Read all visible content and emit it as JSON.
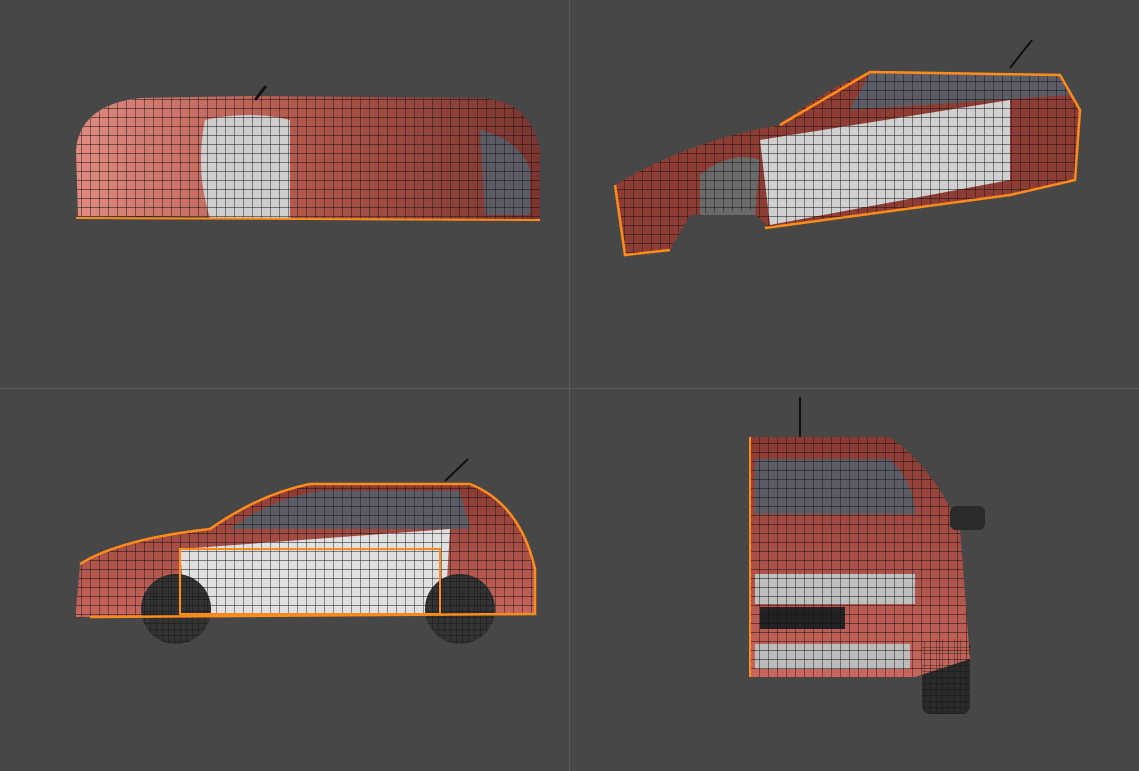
{
  "viewports": [
    {
      "view": "top"
    },
    {
      "view": "perspective"
    },
    {
      "view": "side"
    },
    {
      "view": "rear"
    }
  ],
  "colors": {
    "background": "#474747",
    "divider": "#5a5a5a",
    "body_red": "#9e4a40",
    "body_red_light": "#d98077",
    "window_gray": "#5c5c66",
    "interior_white": "#d8d8d8",
    "selection_outline": "#ff8c1a",
    "wire": "#111111"
  },
  "selection": {
    "object_selected": true
  }
}
